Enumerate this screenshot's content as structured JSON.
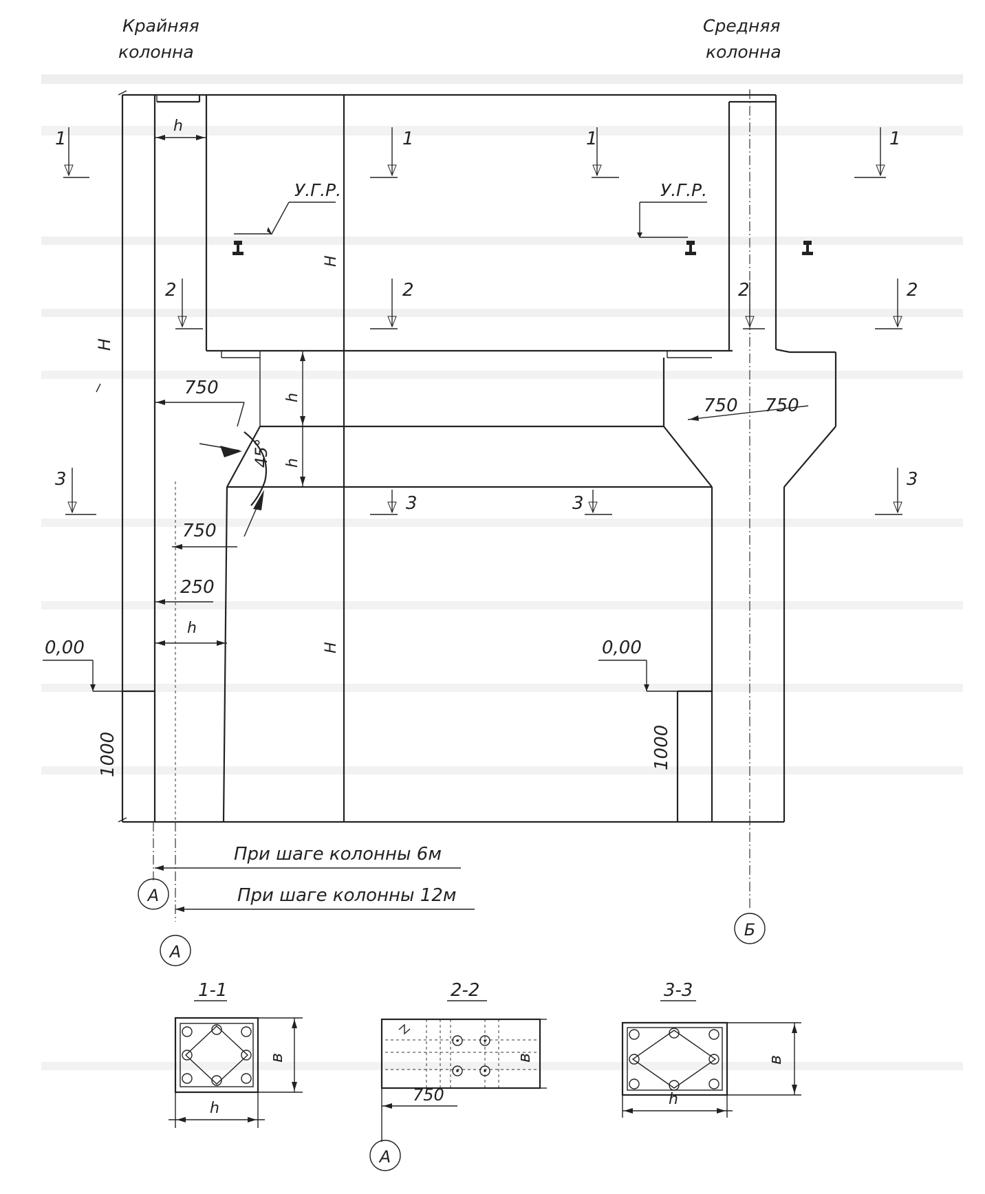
{
  "labels": {
    "edge_column": [
      "Крайняя",
      "колонна"
    ],
    "middle_column": [
      "Средняя",
      "колонна"
    ],
    "crane_level_left": "У.Г.Р.",
    "crane_level_right": "У.Г.Р.",
    "zero_left": "0,00",
    "zero_right": "0,00",
    "depth_left": "1000",
    "depth_right": "1000",
    "dim_750_bracket_left": "750",
    "dim_750_lower_left": "750",
    "dim_250": "250",
    "dim_750_middle_a": "750",
    "dim_750_middle_b": "750",
    "angle": "45°",
    "total_height": "H",
    "h_top": "h",
    "h_bottom": "h",
    "H_upper": "H",
    "H_lower": "H",
    "hk_1": "h",
    "hk_2": "h",
    "step_6": "При шаге колонны 6м",
    "step_12": "При шаге колонны 12м",
    "axis_a1": "А",
    "axis_a2": "А",
    "axis_b": "Б",
    "axis_a_section": "А",
    "section_mark_1": "1",
    "section_mark_2": "2",
    "section_mark_3": "3"
  },
  "sections": {
    "s11": {
      "title": "1-1",
      "side_label": "в",
      "bottom_label": "h"
    },
    "s22": {
      "title": "2-2",
      "side_label": "в",
      "bottom_label": "750"
    },
    "s33": {
      "title": "3-3",
      "side_label": "в",
      "bottom_label": "h"
    }
  }
}
